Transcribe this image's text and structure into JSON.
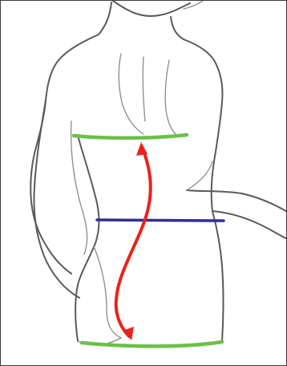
{
  "illustration": {
    "subject": "back-view-figure",
    "background_color": "#ffffff",
    "outline_color": "#5a5a5a"
  },
  "measurements": {
    "upper_line": {
      "kind": "green-horizontal-line",
      "color": "#6cc04a"
    },
    "waist_line": {
      "kind": "blue-horizontal-line",
      "color": "#2e2f8f"
    },
    "lower_line": {
      "kind": "green-horizontal-line",
      "color": "#6cc04a"
    },
    "back_curve": {
      "kind": "red-curved-arrow",
      "color": "#e8231c",
      "arrowheads": "both-ends"
    }
  }
}
